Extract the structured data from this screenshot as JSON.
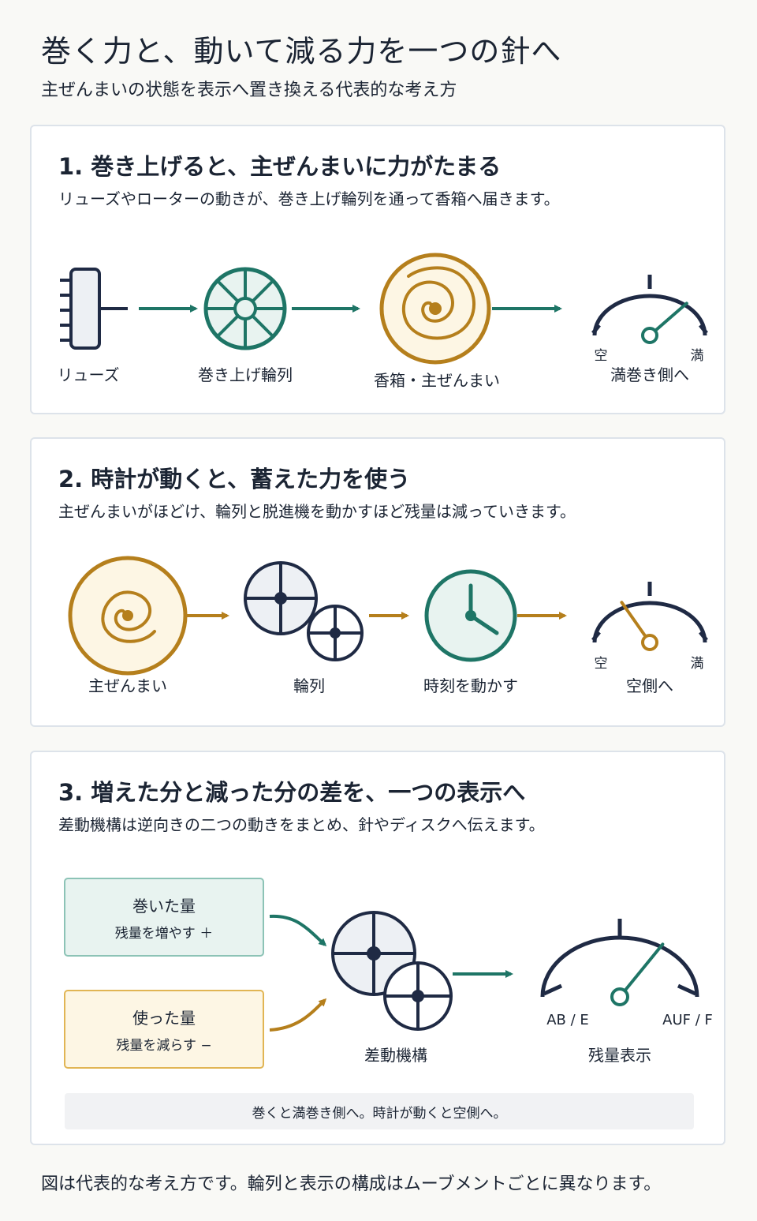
{
  "title": "巻く力と、動いて減る力を一つの針へ",
  "subtitle": "主ぜんまいの状態を表示へ置き換える代表的な考え方",
  "colors": {
    "teal": "#1e7566",
    "gold": "#b57f1c",
    "navy": "#1f2a44",
    "gold_fill": "#fdf6e4",
    "teal_fill": "#e8f3f0",
    "navy_fill": "#edf0f4"
  },
  "section1": {
    "title": "1. 巻き上げると、主ぜんまいに力がたまる",
    "desc": "リューズやローターの動きが、巻き上げ輪列を通って香箱へ届きます。",
    "labels": {
      "crown": "リューズ",
      "winding_train": "巻き上げ輪列",
      "barrel": "香箱・主ぜんまい",
      "full_side": "満巻き側へ"
    },
    "gauge": {
      "empty": "空",
      "full": "満",
      "level": 0.85
    }
  },
  "section2": {
    "title": "2. 時計が動くと、蓄えた力を使う",
    "desc": "主ぜんまいがほどけ、輪列と脱進機を動かすほど残量は減っていきます。",
    "labels": {
      "mainspring": "主ぜんまい",
      "gear_train": "輪列",
      "moves_time": "時刻を動かす",
      "empty_side": "空側へ"
    },
    "gauge": {
      "empty": "空",
      "full": "満",
      "level": 0.25
    }
  },
  "section3": {
    "title": "3. 増えた分と減った分の差を、一つの表示へ",
    "desc": "差動機構は逆向きの二つの動きをまとめ、針やディスクへ伝えます。",
    "wound": {
      "label": "巻いた量",
      "sub": "残量を増やす ＋"
    },
    "used": {
      "label": "使った量",
      "sub": "残量を減らす −"
    },
    "differential": "差動機構",
    "display": "残量表示",
    "gauge": {
      "empty": "AB / E",
      "full": "AUF / F",
      "level": 0.78
    },
    "note": "巻くと満巻き側へ。時計が動くと空側へ。"
  },
  "footer": "図は代表的な考え方です。輪列と表示の構成はムーブメントごとに異なります。"
}
